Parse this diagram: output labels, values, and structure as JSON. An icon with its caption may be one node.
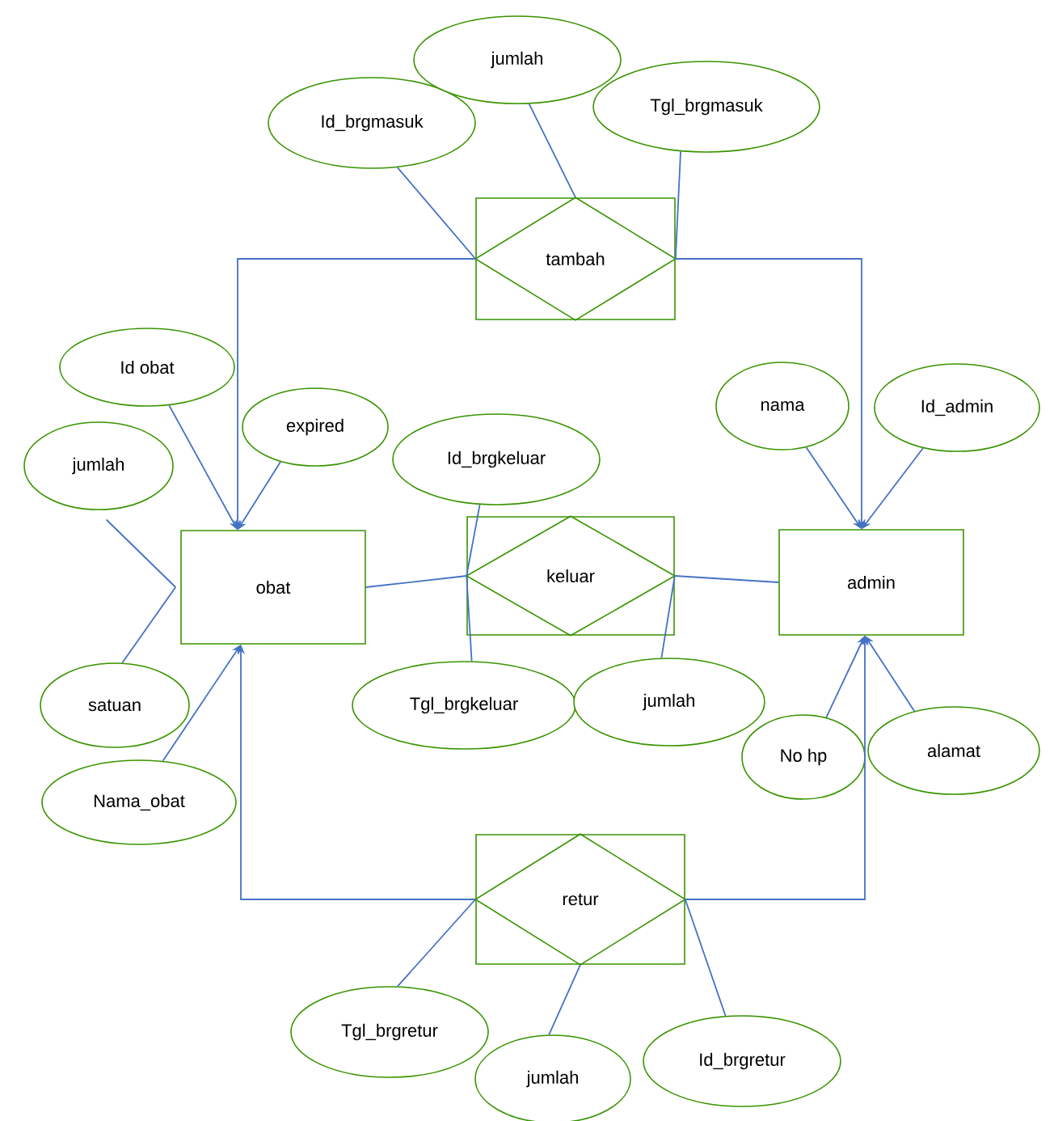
{
  "diagram": {
    "nodes": [
      {
        "text": [
          "Id_brgmasuk"
        ]
      },
      {
        "text": [
          "jumlah"
        ]
      },
      {
        "text": [
          "Tgl_brgmasuk"
        ]
      },
      {
        "text": [
          "tambah"
        ]
      },
      {
        "text": [
          "Id  obat"
        ]
      },
      {
        "text": [
          "expired"
        ]
      },
      {
        "text": [
          "jumlah"
        ]
      },
      {
        "text": [
          "obat"
        ]
      },
      {
        "text": [
          "Id_brgkeluar"
        ]
      },
      {
        "text": [
          "keluar"
        ]
      },
      {
        "text": [
          "nama"
        ]
      },
      {
        "text": [
          "Id_admin"
        ]
      },
      {
        "text": [
          "admin"
        ]
      },
      {
        "text": [
          "satuan"
        ]
      },
      {
        "text": [
          "Tgl_brgkeluar"
        ]
      },
      {
        "text": [
          "jumlah"
        ]
      },
      {
        "text": [
          "No  hp"
        ]
      },
      {
        "text": [
          "alamat"
        ]
      },
      {
        "text": [
          "Nama_obat"
        ]
      },
      {
        "text": [
          "retur"
        ]
      },
      {
        "text": [
          "Tgl_brgretur"
        ]
      },
      {
        "text": [
          "jumlah"
        ]
      },
      {
        "text": [
          "Id_brgretur"
        ]
      }
    ],
    "edges": [
      {
        "from": 0,
        "to": 3,
        "arrow": "none"
      },
      {
        "from": 1,
        "to": 3,
        "arrow": "none"
      },
      {
        "from": 2,
        "to": 3,
        "arrow": "none"
      },
      {
        "from": 3,
        "to": 7,
        "arrow": "to"
      },
      {
        "from": 3,
        "to": 12,
        "arrow": "to"
      },
      {
        "from": 4,
        "to": 7,
        "arrow": "to"
      },
      {
        "from": 5,
        "to": 7,
        "arrow": "to"
      },
      {
        "from": 6,
        "to": 7,
        "arrow": "none"
      },
      {
        "from": 13,
        "to": 7,
        "arrow": "none"
      },
      {
        "from": 18,
        "to": 7,
        "arrow": "to"
      },
      {
        "from": 7,
        "to": 9,
        "arrow": "none"
      },
      {
        "from": 8,
        "to": 9,
        "arrow": "none"
      },
      {
        "from": 14,
        "to": 9,
        "arrow": "none"
      },
      {
        "from": 15,
        "to": 9,
        "arrow": "none"
      },
      {
        "from": 9,
        "to": 12,
        "arrow": "none"
      },
      {
        "from": 10,
        "to": 12,
        "arrow": "to"
      },
      {
        "from": 11,
        "to": 12,
        "arrow": "to"
      },
      {
        "from": 16,
        "to": 12,
        "arrow": "to"
      },
      {
        "from": 17,
        "to": 12,
        "arrow": "to"
      },
      {
        "from": 19,
        "to": 7,
        "arrow": "to"
      },
      {
        "from": 19,
        "to": 12,
        "arrow": "to"
      },
      {
        "from": 20,
        "to": 19,
        "arrow": "none"
      },
      {
        "from": 21,
        "to": 19,
        "arrow": "none"
      },
      {
        "from": 22,
        "to": 19,
        "arrow": "none"
      }
    ]
  }
}
